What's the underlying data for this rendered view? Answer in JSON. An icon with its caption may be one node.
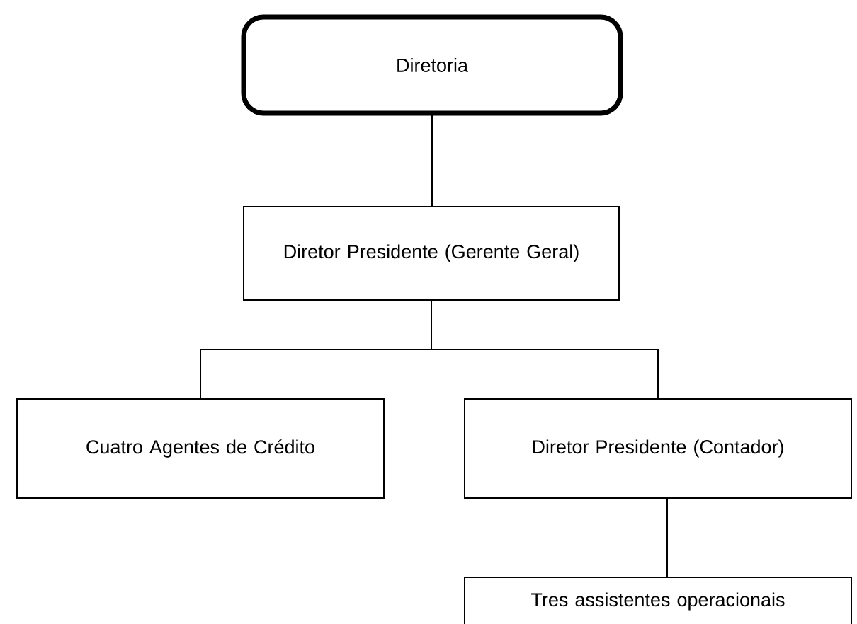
{
  "diagram": {
    "nodes": [
      {
        "text": [
          "Diretoria"
        ]
      },
      {
        "text": [
          "Diretor Presidente (Gerente Geral)"
        ]
      },
      {
        "text": [
          "Cuatro Agentes de Crédito"
        ]
      },
      {
        "text": [
          "Diretor Presidente (Contador)"
        ]
      },
      {
        "text": [
          "Tres assistentes operacionais"
        ]
      }
    ],
    "edges": [
      {
        "from": 0,
        "to": 1,
        "arrow": "none"
      },
      {
        "from": 1,
        "to": 2,
        "arrow": "none"
      },
      {
        "from": 1,
        "to": 3,
        "arrow": "none"
      },
      {
        "from": 3,
        "to": 4,
        "arrow": "none"
      }
    ]
  }
}
